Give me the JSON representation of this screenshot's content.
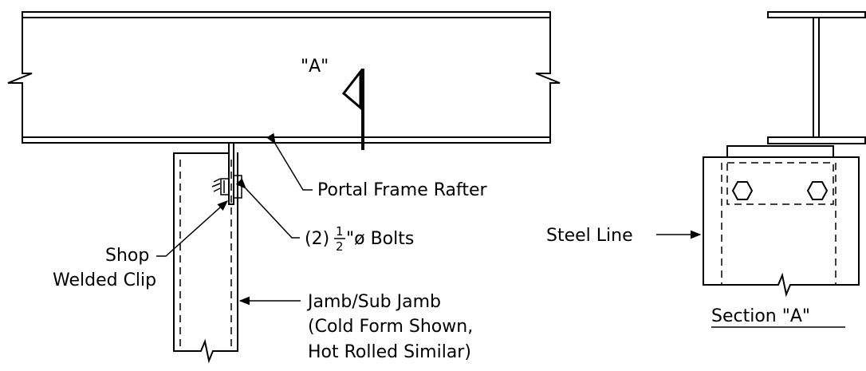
{
  "labels": {
    "weld_ref": "\"A\"",
    "rafter": "Portal Frame Rafter",
    "bolts_prefix": "(2)",
    "bolts_num": "1",
    "bolts_den": "2",
    "bolts_suffix": "\"ø Bolts",
    "shop": "Shop",
    "welded_clip": "Welded Clip",
    "jamb_1": "Jamb/Sub Jamb",
    "jamb_2": "(Cold Form Shown,",
    "jamb_3": "Hot Rolled Similar)",
    "steel_line": "Steel Line",
    "section": "Section \"A\""
  },
  "colors": {
    "line": "#000000",
    "background": "#ffffff"
  }
}
